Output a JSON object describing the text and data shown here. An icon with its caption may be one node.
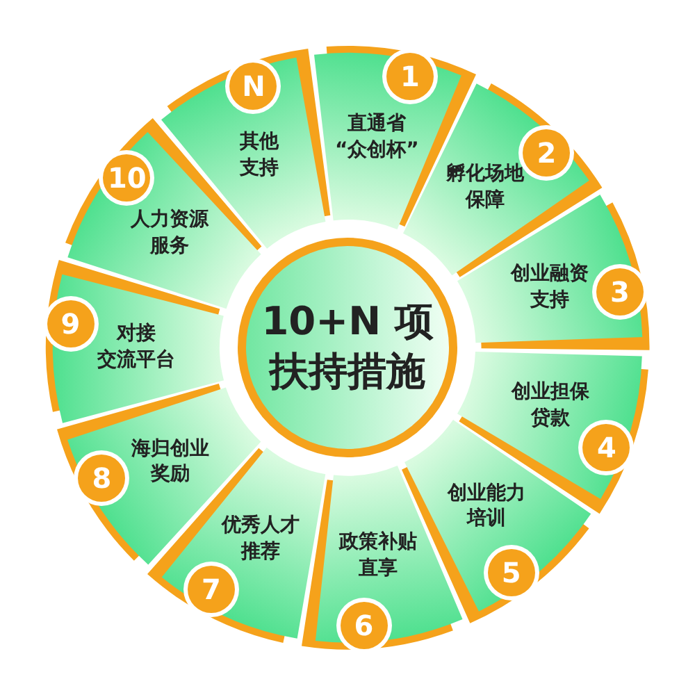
{
  "diagram": {
    "nodes": [
      {
        "text": [
          "10+N 项扶持措施"
        ]
      },
      {
        "text": [
          "1",
          "直通省“众创杯”"
        ]
      },
      {
        "text": [
          "2",
          "孵化场地保障"
        ]
      },
      {
        "text": [
          "创业融资支持",
          "3"
        ]
      },
      {
        "text": [
          "4",
          "创业担保贷款"
        ]
      },
      {
        "text": [
          "创业能力培训",
          "5"
        ]
      },
      {
        "text": [
          "政策补贴直享",
          "6"
        ]
      },
      {
        "text": [
          "7",
          "优秀人才推荐"
        ]
      },
      {
        "text": [
          "8",
          "海归创业奖励"
        ]
      },
      {
        "text": [
          "9",
          "对接交流平台"
        ]
      },
      {
        "text": [
          "10",
          "人力资源服务"
        ]
      },
      {
        "text": [
          "N",
          "其他支持"
        ]
      }
    ]
  }
}
